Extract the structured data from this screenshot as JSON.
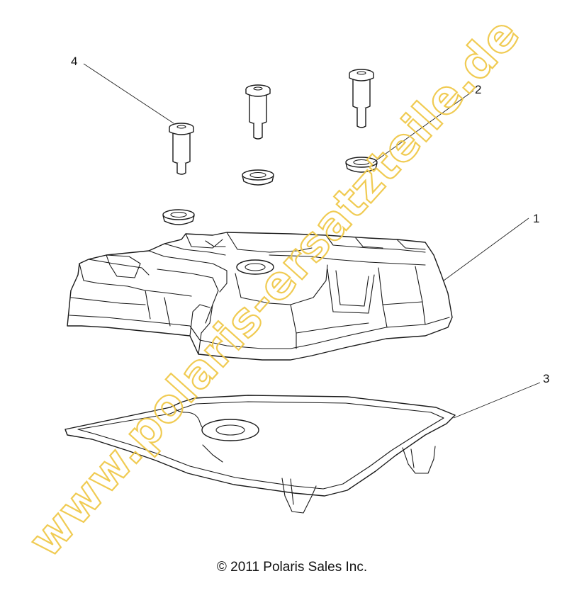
{
  "callouts": [
    {
      "id": "1",
      "label": "1"
    },
    {
      "id": "2",
      "label": "2"
    },
    {
      "id": "3",
      "label": "3"
    },
    {
      "id": "4",
      "label": "4"
    }
  ],
  "watermark": "www.polaris-ersatzteile.de",
  "copyright": "© 2011 Polaris Sales Inc.",
  "colors": {
    "line": "#1a1a1a",
    "watermark": "#f0c94a",
    "background": "#ffffff"
  }
}
